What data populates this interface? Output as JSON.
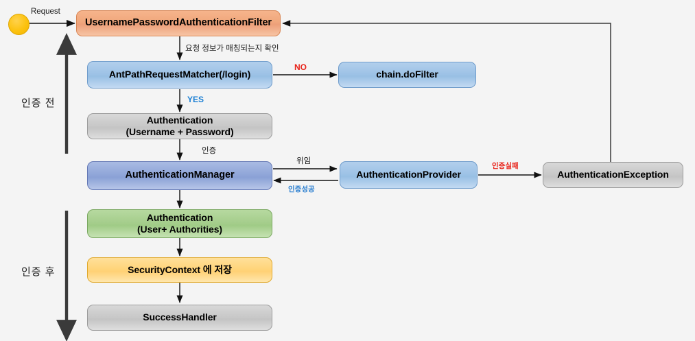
{
  "diagram": {
    "title": "Spring Security UsernamePasswordAuthenticationFilter flow",
    "background_color": "#f4f4f4",
    "phases": [
      {
        "id": "before",
        "label": "인증 전",
        "direction": "up"
      },
      {
        "id": "after",
        "label": "인증 후",
        "direction": "down"
      }
    ],
    "start_node": {
      "name": "request-start",
      "shape": "circle",
      "color": "#fcc20f"
    },
    "nodes": [
      {
        "id": "filter",
        "label": "UsernamePasswordAuthenticationFilter",
        "color": "#f0a77c",
        "style": "orange"
      },
      {
        "id": "matcher",
        "label": "AntPathRequestMatcher(/login)",
        "color": "#9dc2e6",
        "style": "blue"
      },
      {
        "id": "dofilter",
        "label": "chain.doFilter",
        "color": "#9dc2e6",
        "style": "blue"
      },
      {
        "id": "authpre",
        "label_line1": "Authentication",
        "label_line2": "(Username + Password)",
        "color": "#c8c8c8",
        "style": "gray"
      },
      {
        "id": "manager",
        "label": "AuthenticationManager",
        "color": "#8fa5d8",
        "style": "blue-deep"
      },
      {
        "id": "provider",
        "label": "AuthenticationProvider",
        "color": "#9dc2e6",
        "style": "blue"
      },
      {
        "id": "exception",
        "label": "AuthenticationException",
        "color": "#c8c8c8",
        "style": "gray"
      },
      {
        "id": "authpost",
        "label_line1": "Authentication",
        "label_line2": "(User+ Authorities)",
        "color": "#a4cd8b",
        "style": "green"
      },
      {
        "id": "context",
        "label": "SecurityContext 에 저장",
        "color": "#ffd479",
        "style": "yellow"
      },
      {
        "id": "success",
        "label": "SuccessHandler",
        "color": "#c8c8c8",
        "style": "gray"
      }
    ],
    "edge_labels": [
      {
        "id": "request",
        "text": "Request",
        "color": "#1a1a1a",
        "weight": "normal"
      },
      {
        "id": "match-check",
        "text": "요청 정보가 매칭되는지 확인",
        "color": "#1a1a1a",
        "weight": "normal"
      },
      {
        "id": "no",
        "text": "NO",
        "color": "#e8231a",
        "weight": "bold"
      },
      {
        "id": "yes",
        "text": "YES",
        "color": "#1a7fd4",
        "weight": "bold"
      },
      {
        "id": "authenticate",
        "text": "인증",
        "color": "#1a1a1a",
        "weight": "normal"
      },
      {
        "id": "delegate",
        "text": "위임",
        "color": "#1a1a1a",
        "weight": "normal"
      },
      {
        "id": "auth-success",
        "text": "인증성공",
        "color": "#2b7fd0",
        "weight": "bold"
      },
      {
        "id": "auth-fail",
        "text": "인증실패",
        "color": "#e8231a",
        "weight": "bold"
      }
    ]
  }
}
